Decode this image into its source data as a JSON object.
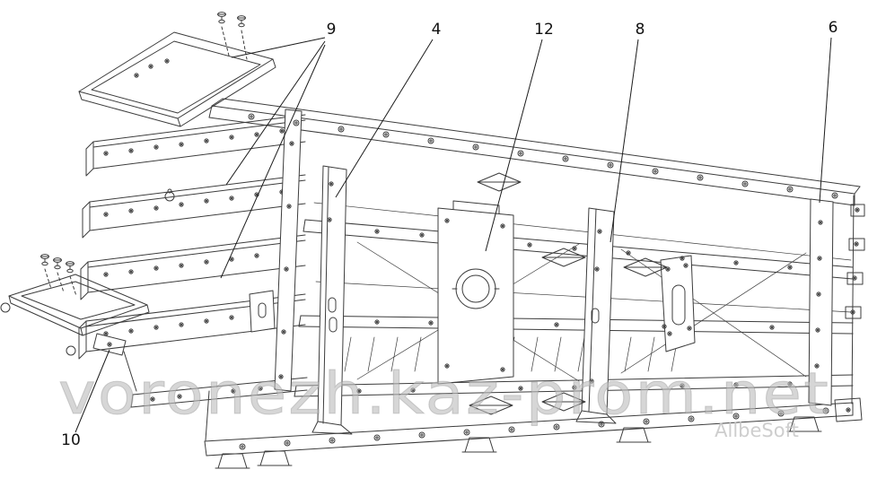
{
  "callouts": {
    "c9": "9",
    "c4": "4",
    "c12": "12",
    "c8": "8",
    "c6": "6",
    "c10": "10"
  },
  "watermark": {
    "primary": "voronezh.kaz-prom.net",
    "secondary": "AllbeSoft"
  },
  "colors": {
    "line": "#3c3c3c",
    "watermark": "#bdbdbd",
    "background": "#ffffff"
  }
}
